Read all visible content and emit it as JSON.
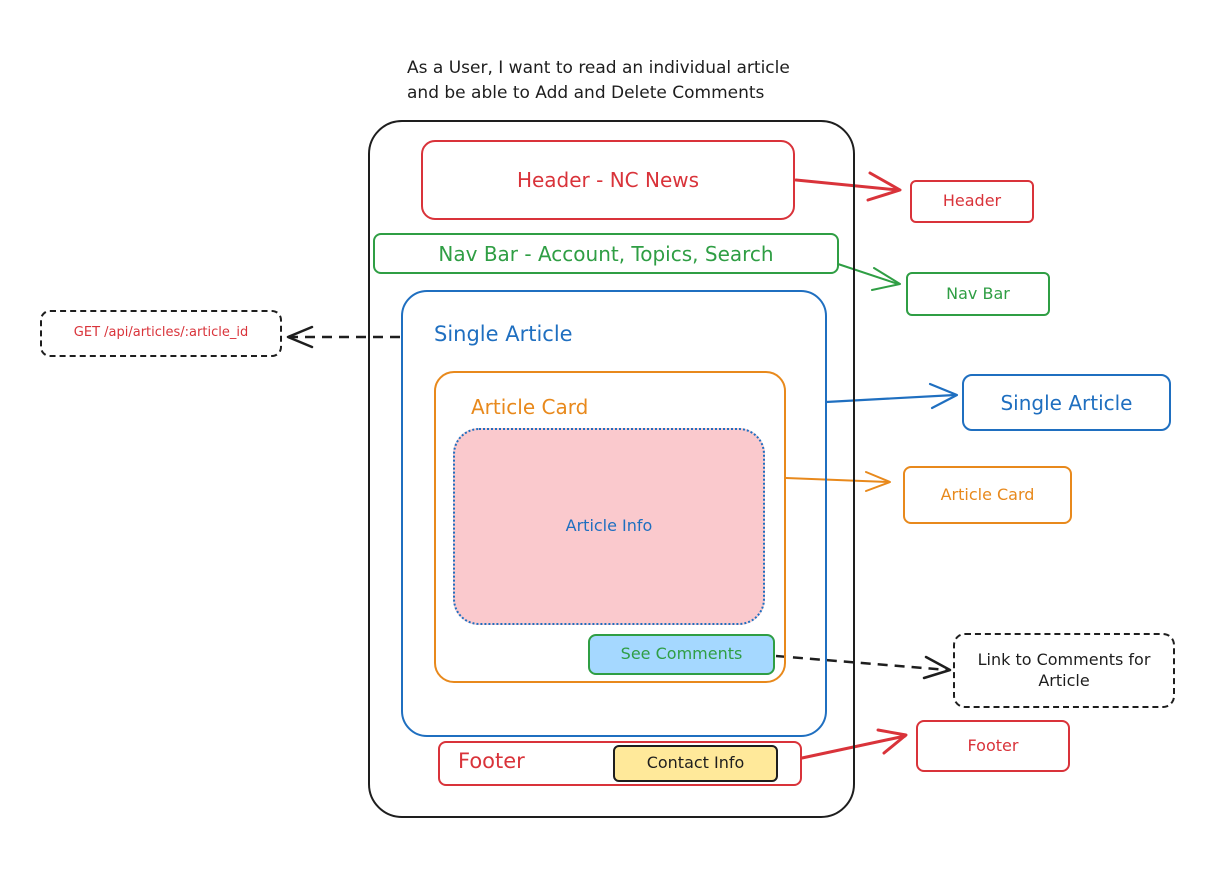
{
  "title_lines": [
    "As a User, I want to read an individual article",
    "and be able to Add and Delete Comments"
  ],
  "wireframe": {
    "header": "Header - NC News",
    "nav_bar": "Nav Bar - Account, Topics, Search",
    "single_article": "Single Article",
    "article_card": "Article Card",
    "article_info": "Article Info",
    "see_comments": "See Comments",
    "footer": "Footer",
    "contact_info": "Contact Info"
  },
  "callouts": {
    "header": "Header",
    "nav_bar": "Nav Bar",
    "single_article": "Single Article",
    "article_card": "Article Card",
    "footer": "Footer",
    "api_endpoint": "GET /api/articles/:article_id",
    "comments_link": "Link to Comments for Article"
  },
  "colors": {
    "red": "#d9333a",
    "green": "#2f9e44",
    "blue": "#1f6fc0",
    "orange": "#e8891c",
    "black": "#1e1e1e",
    "pink_fill": "#fac9cd",
    "light_blue_fill": "#a5d8ff",
    "yellow_fill": "#ffe99a"
  }
}
